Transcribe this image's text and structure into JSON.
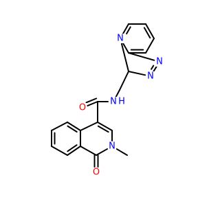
{
  "molecule": {
    "colors": {
      "bond": "#000000",
      "nitrogen": "#0000ff",
      "oxygen": "#ff0000",
      "background": "#ffffff"
    },
    "atoms": [
      {
        "id": "n_pyr",
        "label": "N",
        "element": "nitrogen",
        "name": "atom-n-pyridine"
      },
      {
        "id": "n_tr1",
        "label": "N",
        "element": "nitrogen",
        "name": "atom-n-triazole-right"
      },
      {
        "id": "n_tr2",
        "label": "N",
        "element": "nitrogen",
        "name": "atom-n-triazole-bottom"
      },
      {
        "id": "n_amide",
        "label": "N",
        "element": "nitrogen",
        "name": "atom-n-amide"
      },
      {
        "id": "h_amide",
        "label": "H",
        "element": "nitrogen",
        "name": "atom-h-amide"
      },
      {
        "id": "o_amide",
        "label": "O",
        "element": "oxygen",
        "name": "atom-o-amide"
      },
      {
        "id": "n_ring",
        "label": "N",
        "element": "nitrogen",
        "name": "atom-n-isoquinolinone"
      },
      {
        "id": "o_ring",
        "label": "O",
        "element": "oxygen",
        "name": "atom-o-isoquinolinone"
      }
    ]
  }
}
